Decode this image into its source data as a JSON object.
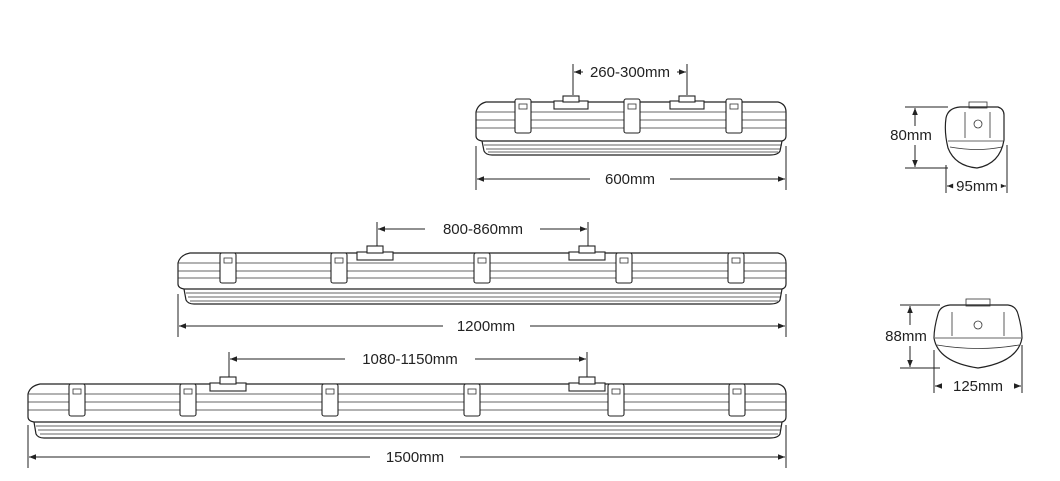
{
  "fixtures": [
    {
      "id": "600",
      "length_label": "600mm",
      "mount_label": "260-300mm"
    },
    {
      "id": "1200",
      "length_label": "1200mm",
      "mount_label": "800-860mm"
    },
    {
      "id": "1500",
      "length_label": "1500mm",
      "mount_label": "1080-1150mm"
    }
  ],
  "profiles": [
    {
      "id": "small",
      "height_label": "80mm",
      "width_label": "95mm"
    },
    {
      "id": "large",
      "height_label": "88mm",
      "width_label": "125mm"
    }
  ]
}
